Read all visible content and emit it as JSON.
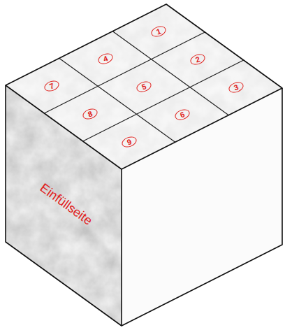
{
  "diagram": {
    "labels": [
      "1",
      "2",
      "3",
      "4",
      "5",
      "6",
      "7",
      "8",
      "9",
      "Einfüllseite"
    ]
  }
}
